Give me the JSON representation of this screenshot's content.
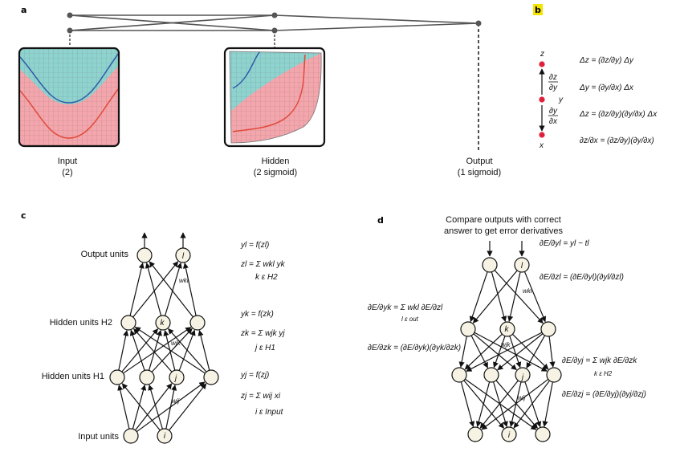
{
  "panel_a": {
    "letter": "a",
    "input_label": "Input",
    "input_sub": "(2)",
    "hidden_label": "Hidden",
    "hidden_sub": "(2 sigmoid)",
    "output_label": "Output",
    "output_sub": "(1 sigmoid)",
    "colors": {
      "teal": "#8fd3cf",
      "pink": "#f4a6ad",
      "blue_curve": "#2f5aa8",
      "red_curve": "#e04a3a"
    }
  },
  "panel_b": {
    "letter": "b",
    "node_z": "z",
    "node_y": "y",
    "node_x": "x",
    "deriv_zy_num": "∂z",
    "deriv_zy_den": "∂y",
    "deriv_yx_num": "∂y",
    "deriv_yx_den": "∂x",
    "eq1": "Δz = (∂z/∂y) Δy",
    "eq2": "Δy = (∂y/∂x) Δx",
    "eq3": "Δz = (∂z/∂y)(∂y/∂x) Δx",
    "eq4": "∂z/∂x = (∂z/∂y)(∂y/∂x)",
    "node_color": "#e0213a",
    "highlight_color": "#f5e400"
  },
  "panel_c": {
    "letter": "c",
    "output_units": "Output units",
    "hidden_h2": "Hidden units H2",
    "hidden_h1": "Hidden units H1",
    "input_units": "Input units",
    "node_l": "l",
    "node_k": "k",
    "node_j": "j",
    "node_i": "i",
    "w_kl": "wkl",
    "w_jk": "wjk",
    "w_ij": "wij",
    "eq_out_1": "yl = f(zl)",
    "eq_out_2": "zl = Σ wkl yk",
    "eq_out_3": "k ε H2",
    "eq_h2_1": "yk = f(zk)",
    "eq_h2_2": "zk = Σ wjk yj",
    "eq_h2_3": "j ε H1",
    "eq_h1_1": "yj = f(zj)",
    "eq_h1_2": "zj = Σ wij xi",
    "eq_h1_3": "i ε Input"
  },
  "panel_d": {
    "letter": "d",
    "title_1": "Compare outputs with correct",
    "title_2": "answer to get error derivatives",
    "eq_top_1": "∂E/∂yl = yl − tl",
    "eq_top_2": "∂E/∂zl = (∂E/∂yl)(∂yl/∂zl)",
    "eq_left_1": "∂E/∂yk = Σ wkl ∂E/∂zl",
    "eq_left_1_sub": "l ε out",
    "eq_left_2": "∂E/∂zk = (∂E/∂yk)(∂yk/∂zk)",
    "eq_right_1": "∂E/∂yj = Σ wjk ∂E/∂zk",
    "eq_right_1_sub": "k ε H2",
    "eq_right_2": "∂E/∂zj = (∂E/∂yj)(∂yj/∂zj)",
    "node_l": "l",
    "node_k": "k",
    "node_j": "j",
    "node_i": "i",
    "w_kl": "wkl",
    "w_jk": "wjk",
    "w_ij": "wij"
  }
}
